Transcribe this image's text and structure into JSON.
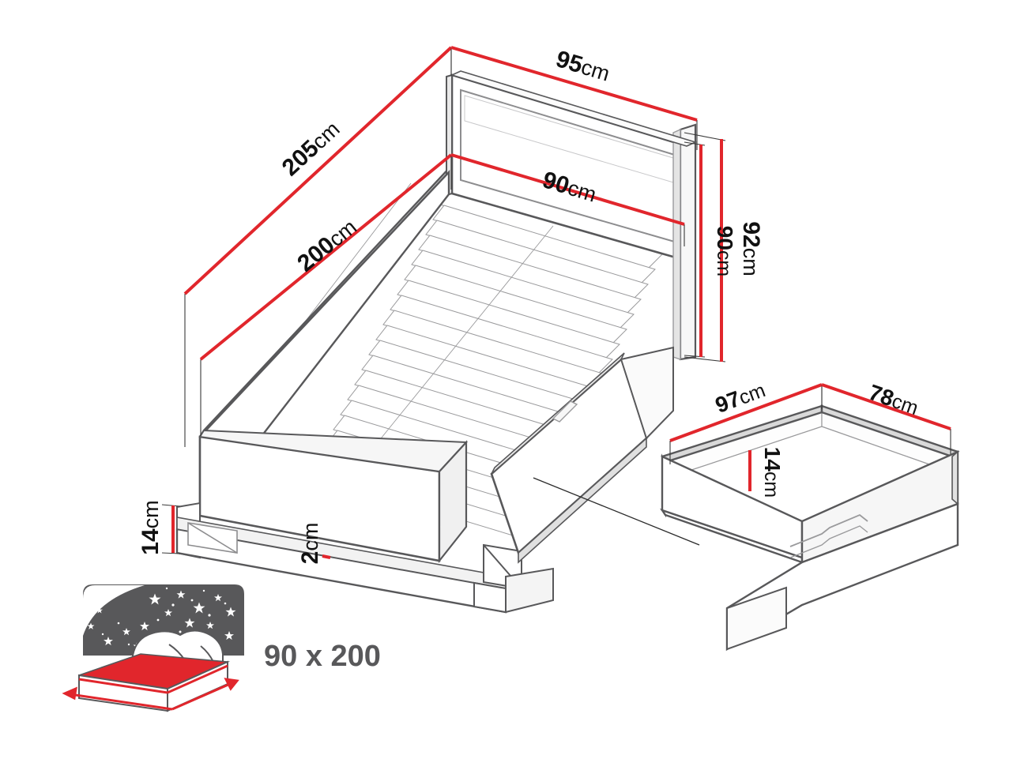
{
  "diagram": {
    "title": "Single bed with under-bed drawer - dimension diagram",
    "units": "cm",
    "colors": {
      "dimension_line": "#e1262c",
      "outline_dark": "#58585a",
      "outline_light": "#9a9a9c",
      "extension_line": "#3a3a3a",
      "icon_gray": "#58585a",
      "icon_red": "#e1262c",
      "background": "#ffffff"
    }
  },
  "bed": {
    "name": "bed-assembly",
    "dimensions": {
      "outer_length": {
        "num": "205",
        "unit": "cm",
        "label": "205cm"
      },
      "inner_length": {
        "num": "200",
        "unit": "cm",
        "label": "200cm"
      },
      "outer_width": {
        "num": "95",
        "unit": "cm",
        "label": "95cm"
      },
      "inner_width": {
        "num": "90",
        "unit": "cm",
        "label": "90cm"
      },
      "total_height": {
        "num": "92",
        "unit": "cm",
        "label": "92cm"
      },
      "headboard_height": {
        "num": "90",
        "unit": "cm",
        "label": "90cm"
      },
      "clearance_height": {
        "num": "14",
        "unit": "cm",
        "label": "14cm"
      },
      "panel_thickness": {
        "num": "2",
        "unit": "cm",
        "label": "2cm"
      }
    }
  },
  "drawer": {
    "name": "under-bed-drawer",
    "dimensions": {
      "width": {
        "num": "97",
        "unit": "cm",
        "label": "97cm"
      },
      "depth": {
        "num": "78",
        "unit": "cm",
        "label": "78cm"
      },
      "height": {
        "num": "14",
        "unit": "cm",
        "label": "14cm"
      }
    }
  },
  "mattress_badge": {
    "name": "mattress-size-badge",
    "label": "90 x 200",
    "icon": "mattress-night-sky-icon",
    "icon_parts": [
      "night-sky-panel",
      "moon-crescent",
      "stars",
      "pillow",
      "red-mattress-top",
      "mattress-base",
      "red-dimension-arrows"
    ]
  }
}
